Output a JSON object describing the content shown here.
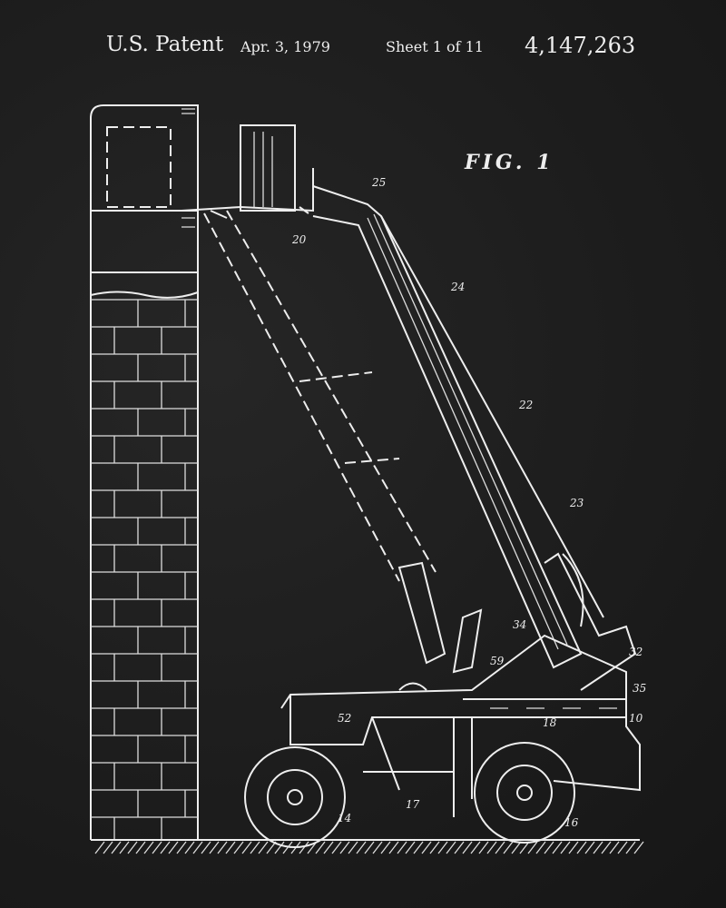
{
  "header": {
    "title": "U.S. Patent",
    "date": "Apr. 3, 1979",
    "sheet": "Sheet 1 of 11",
    "patent_number": "4,147,263"
  },
  "figure": {
    "label": "FIG. 1",
    "reference_numerals": [
      "25",
      "20",
      "24",
      "22",
      "23",
      "34",
      "32",
      "35",
      "10",
      "59",
      "52",
      "18",
      "14",
      "17",
      "16"
    ]
  },
  "colors": {
    "background": "#1e1e1e",
    "ink": "#eeeeee"
  }
}
